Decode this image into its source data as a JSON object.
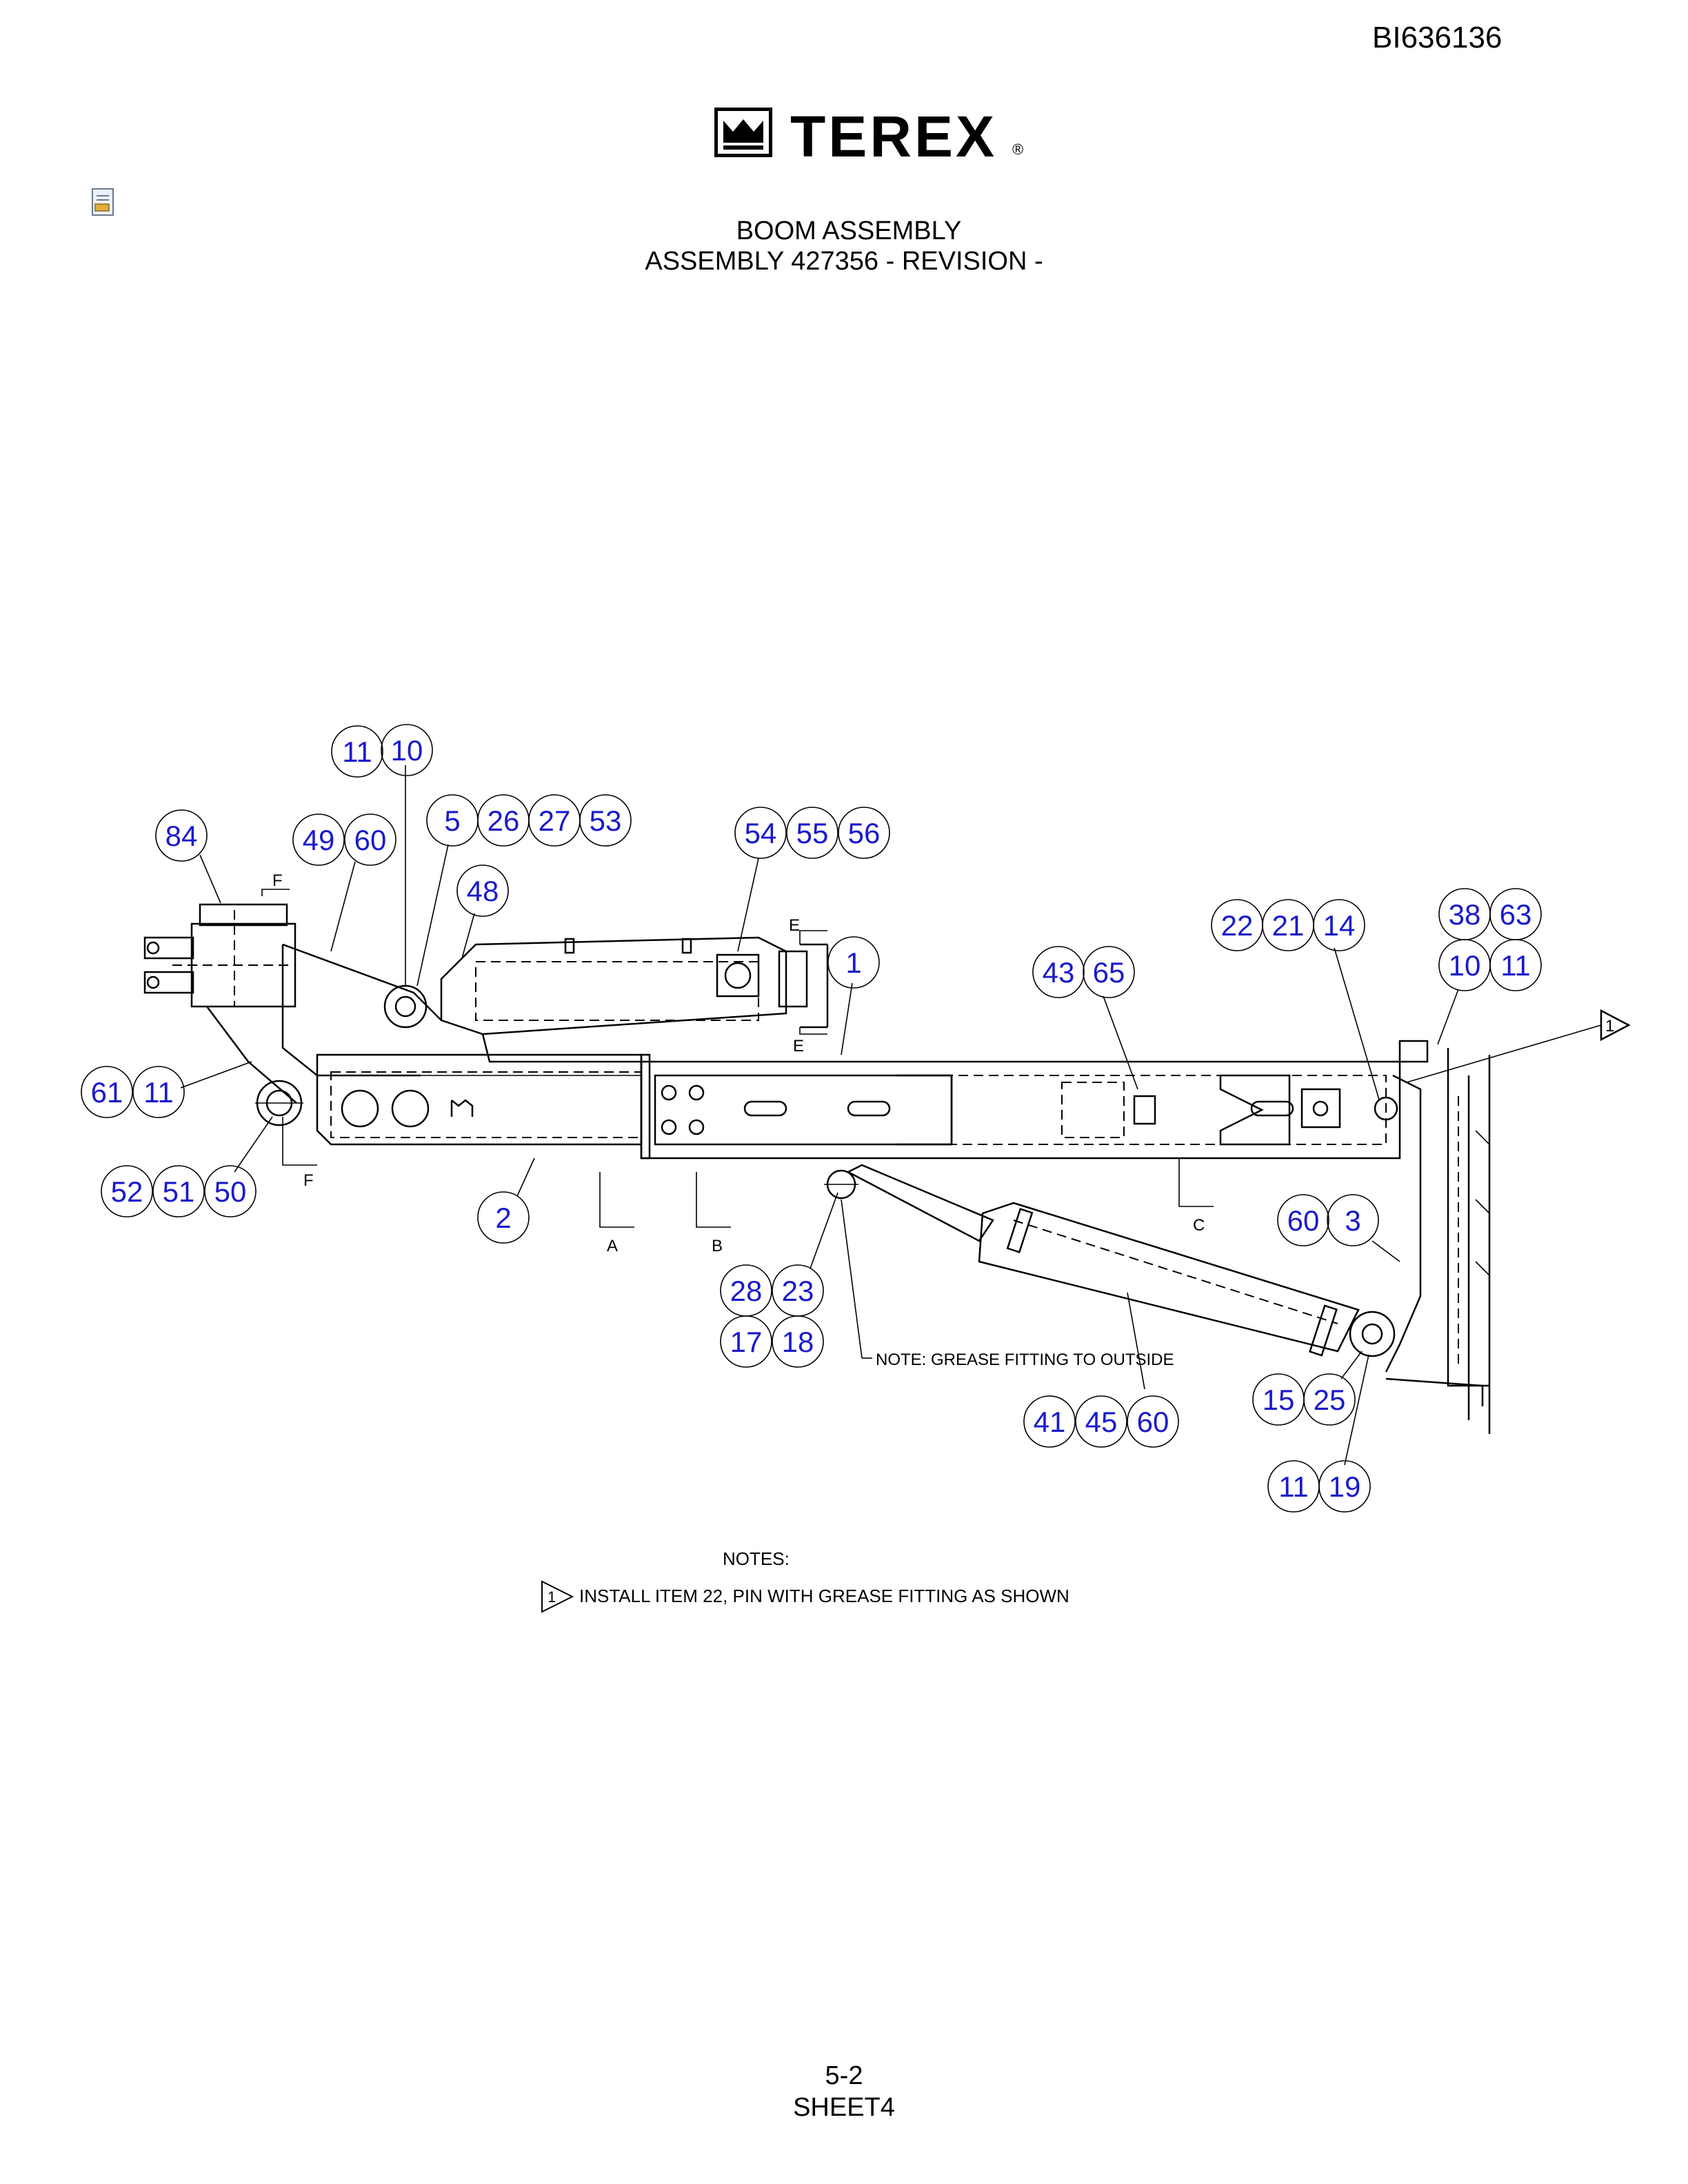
{
  "header": {
    "doc_id": "BI636136",
    "logo_text": "TEREX",
    "logo_reg": "®",
    "title_line1": "BOOM ASSEMBLY",
    "title_line2": "ASSEMBLY 427356 - REVISION -"
  },
  "section_marks": {
    "a": "A",
    "b": "B",
    "c": "C",
    "e_top": "E",
    "e_bottom": "E",
    "f_top": "F",
    "f_bottom": "F",
    "flag": "1"
  },
  "callout_note": "NOTE: GREASE FITTING TO OUTSIDE",
  "notes": {
    "heading": "NOTES:",
    "marker": "1",
    "item1": "INSTALL ITEM 22, PIN WITH GREASE FITTING AS SHOWN"
  },
  "balloons": {
    "b11a": "11",
    "b10a": "10",
    "b84": "84",
    "b49": "49",
    "b60a": "60",
    "b5": "5",
    "b26": "26",
    "b27": "27",
    "b53": "53",
    "b54": "54",
    "b55": "55",
    "b56": "56",
    "b48": "48",
    "b1": "1",
    "b43": "43",
    "b65": "65",
    "b22": "22",
    "b21": "21",
    "b14": "14",
    "b38": "38",
    "b63": "63",
    "b10b": "10",
    "b11b": "11",
    "b61": "61",
    "b11c": "11",
    "b52": "52",
    "b51": "51",
    "b50": "50",
    "b2": "2",
    "b60b": "60",
    "b3": "3",
    "b28": "28",
    "b23": "23",
    "b17": "17",
    "b18": "18",
    "b15": "15",
    "b25": "25",
    "b41": "41",
    "b45": "45",
    "b60c": "60",
    "b11d": "11",
    "b19": "19"
  },
  "footer": {
    "page": "5-2",
    "sheet": "SHEET4"
  },
  "colors": {
    "balloon_text": "#1a1acc",
    "line": "#000000"
  }
}
